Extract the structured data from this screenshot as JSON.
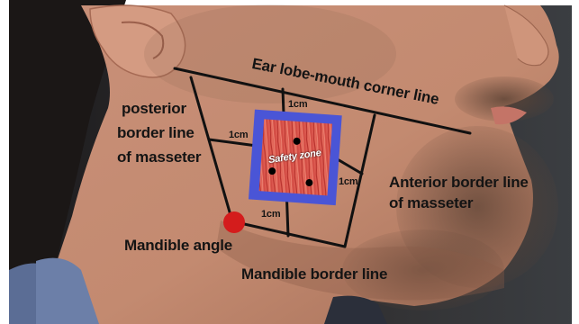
{
  "labels": {
    "ear_lobe_mouth_line": "Ear lobe-mouth corner line",
    "posterior_border": [
      "posterior",
      "border line",
      "of masseter"
    ],
    "anterior_border": [
      "Anterior border line",
      "of masseter"
    ],
    "mandible_angle": "Mandible angle",
    "mandible_border": "Mandible border line",
    "safety_zone": "Safety zone",
    "dist_top": "1cm",
    "dist_left": "1cm",
    "dist_right": "1cm",
    "dist_bottom": "1cm"
  },
  "colors": {
    "skin": "#c58d72",
    "skin_shadow": "#9c6750",
    "background_left": "#2c2a2b",
    "background_right": "#3a3d40",
    "shirt": "#5b6d95",
    "guide_line": "#111111",
    "zone_border": "#4a55d6",
    "zone_fill": "#d9534b",
    "angle_marker": "#d41c1c"
  }
}
